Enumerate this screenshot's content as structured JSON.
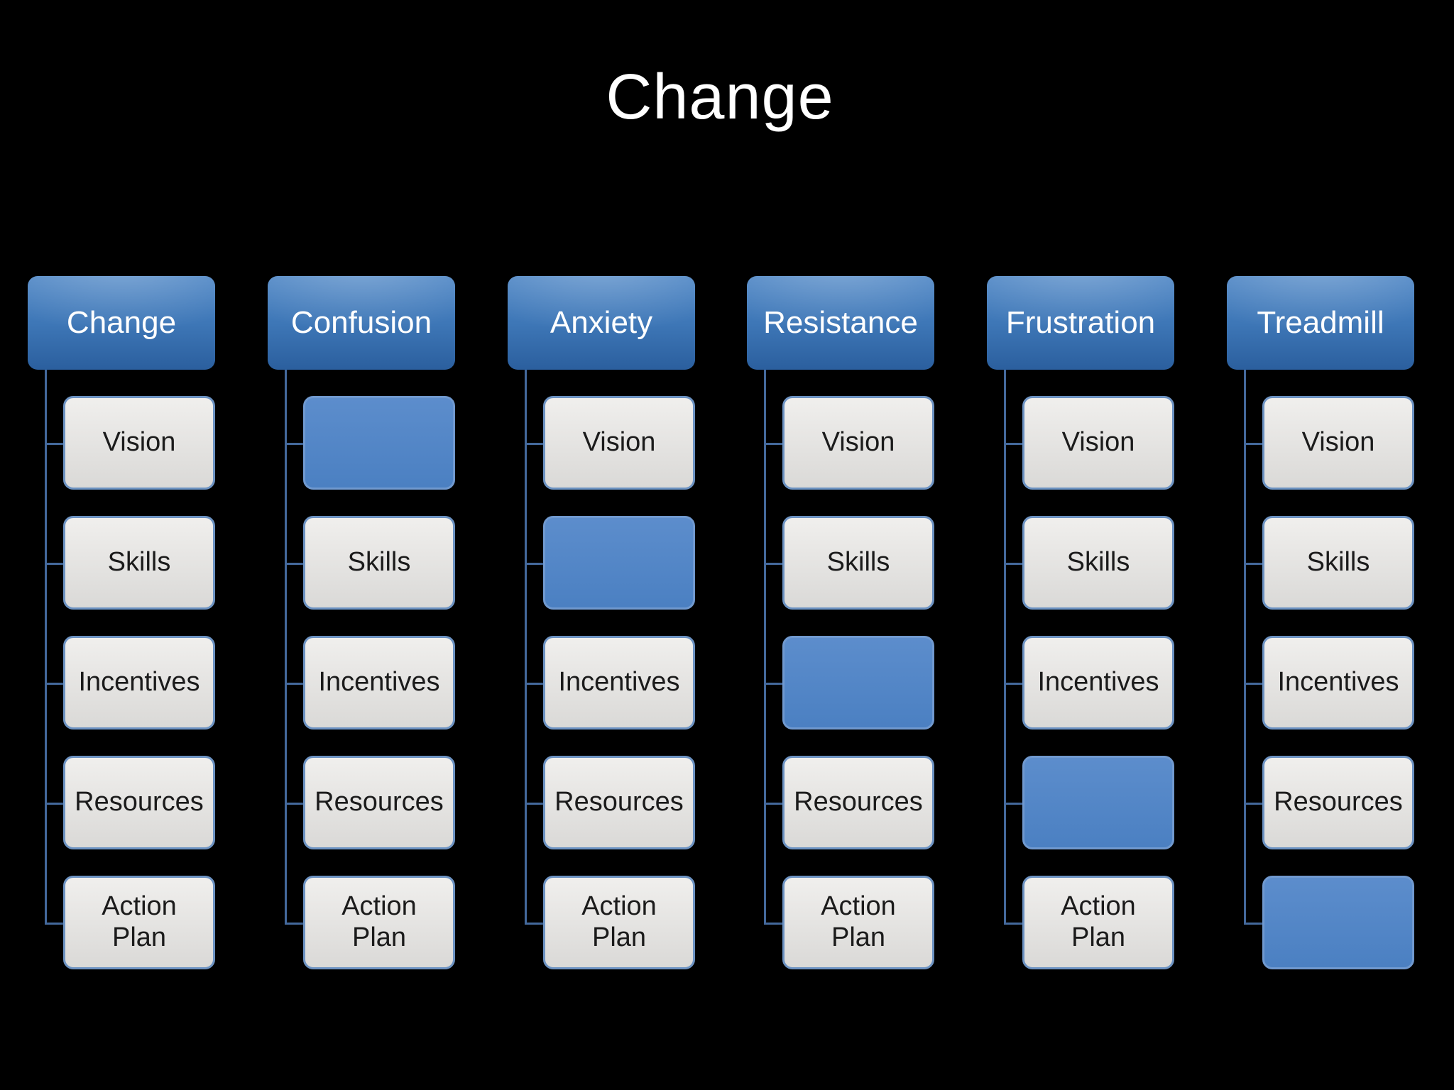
{
  "title": "Change",
  "rows": [
    "Vision",
    "Skills",
    "Incentives",
    "Resources",
    "Action Plan"
  ],
  "columns": [
    {
      "header": "Change",
      "missing_row": null
    },
    {
      "header": "Confusion",
      "missing_row": 0
    },
    {
      "header": "Anxiety",
      "missing_row": 1
    },
    {
      "header": "Resistance",
      "missing_row": 2
    },
    {
      "header": "Frustration",
      "missing_row": 3
    },
    {
      "header": "Treadmill",
      "missing_row": 4
    }
  ],
  "colors": {
    "background": "#000000",
    "header_blue_top": "#4b84c4",
    "header_blue_mid": "#3e77b7",
    "header_blue_bottom": "#2b5f9e",
    "missing_blue_top": "#5c8dcc",
    "missing_blue_bottom": "#4b80c2",
    "item_gray_top": "#f0efed",
    "item_gray_bottom": "#dad9d7",
    "box_border_blue": "#6c92c2",
    "box_border_blue_light": "#7099cf",
    "connector_blue": "#44699c",
    "title_text": "#ffffff",
    "header_text": "#ffffff",
    "item_text": "#1b1b1b"
  }
}
